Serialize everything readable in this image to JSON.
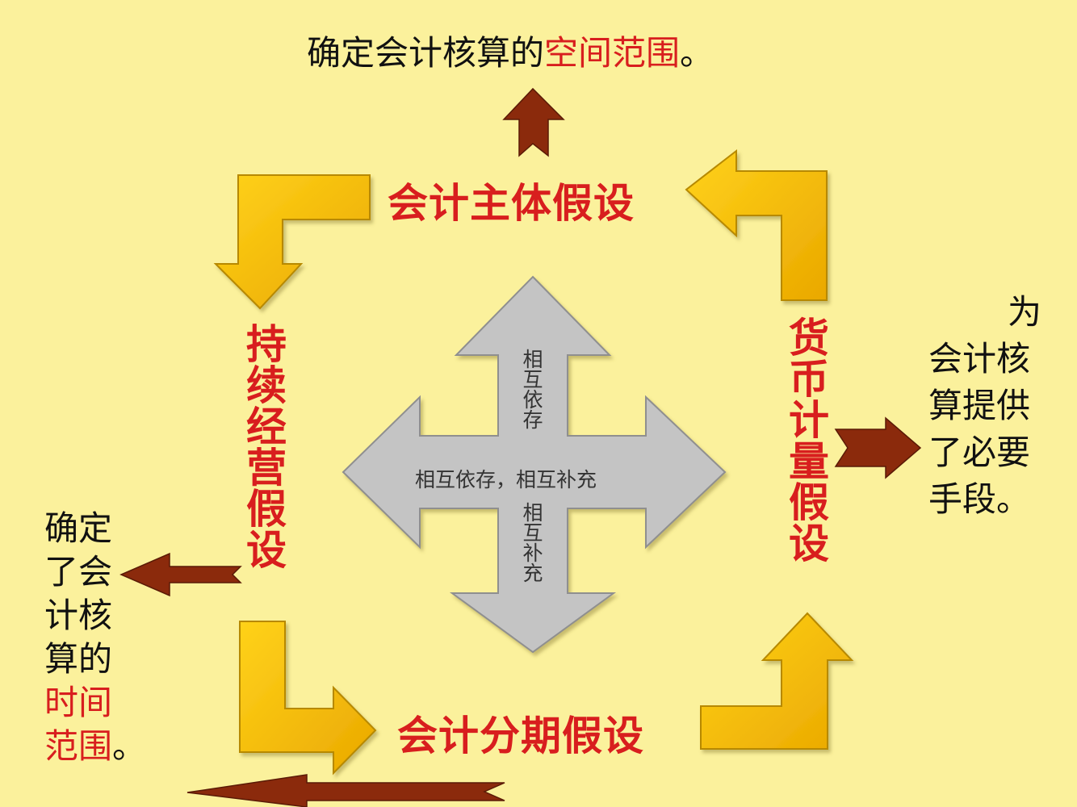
{
  "colors": {
    "background": "#fbf19c",
    "yellow_arrow": "#f5b800",
    "yellow_arrow_edge": "#b78900",
    "brown_arrow": "#8b2a0c",
    "gray_cross": "#c4c4c4",
    "red_text": "#d81e1e",
    "black_text": "#111111"
  },
  "nodes": {
    "top": "会计主体假设",
    "left": "持续经营假设",
    "right": "货币计量假设",
    "bottom": "会计分期假设"
  },
  "center": {
    "horizontal": "相互依存，相互补充",
    "vertical_top": "相互依存",
    "vertical_bottom": "相互补充"
  },
  "notes": {
    "top": {
      "prefix": "确定会计核算的",
      "highlight": "空间范围",
      "suffix": "。"
    },
    "right": {
      "line1": "为",
      "line2": "会计核",
      "line3": "算提供",
      "line4": "了必要",
      "line5": "手段。"
    },
    "left": {
      "line1": "确定",
      "line2": "了会",
      "line3": "计核",
      "line4": "算的",
      "line5": "时间",
      "line6": "范围。"
    }
  },
  "icons": [
    "yellow-elbow-arrow",
    "brown-arrow",
    "gray-four-way-arrow"
  ]
}
